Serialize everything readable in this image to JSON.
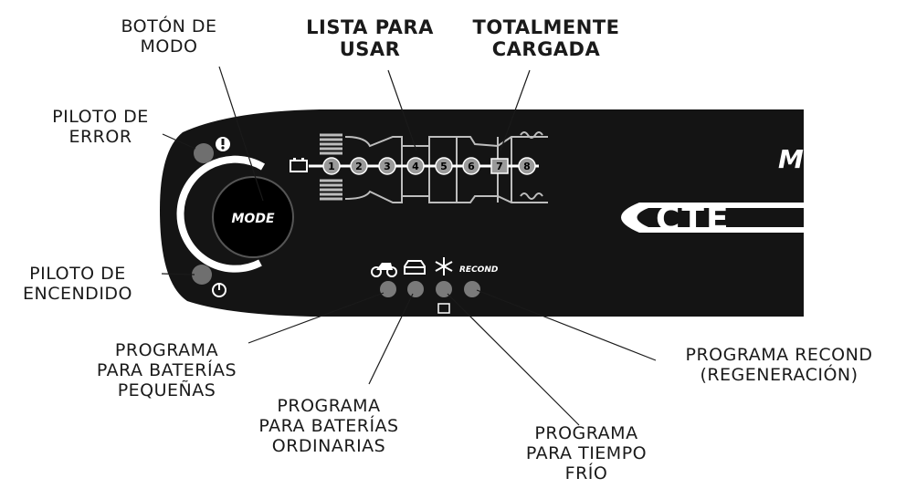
{
  "device": {
    "mode_button_text": "MODE",
    "brand_fragment": "CTE",
    "model_fragment": "M",
    "mode_labels": [
      "RECOND"
    ],
    "steps": [
      "1",
      "2",
      "3",
      "4",
      "5",
      "6",
      "7",
      "8"
    ]
  },
  "callouts": {
    "boton_modo": [
      "BOTÓN DE",
      "MODO"
    ],
    "lista_usar": [
      "LISTA PARA",
      "USAR"
    ],
    "totalmente_cargada": [
      "TOTALMENTE",
      "CARGADA"
    ],
    "piloto_error": [
      "PILOTO DE",
      "ERROR"
    ],
    "piloto_encendido": [
      "PILOTO DE",
      "ENCENDIDO"
    ],
    "prog_pequenas": [
      "PROGRAMA",
      "PARA BATERÍAS",
      "PEQUEÑAS"
    ],
    "prog_ordinarias": [
      "PROGRAMA",
      "PARA BATERÍAS",
      "ORDINARIAS"
    ],
    "prog_frio": [
      "PROGRAMA",
      "PARA TIEMPO",
      "FRÍO"
    ],
    "prog_recond": [
      "PROGRAMA RECOND",
      "(REGENERACIÓN)"
    ]
  },
  "colors": {
    "panel": "#141414",
    "led": "#7a7a7a",
    "line": "#cfcfcf"
  }
}
